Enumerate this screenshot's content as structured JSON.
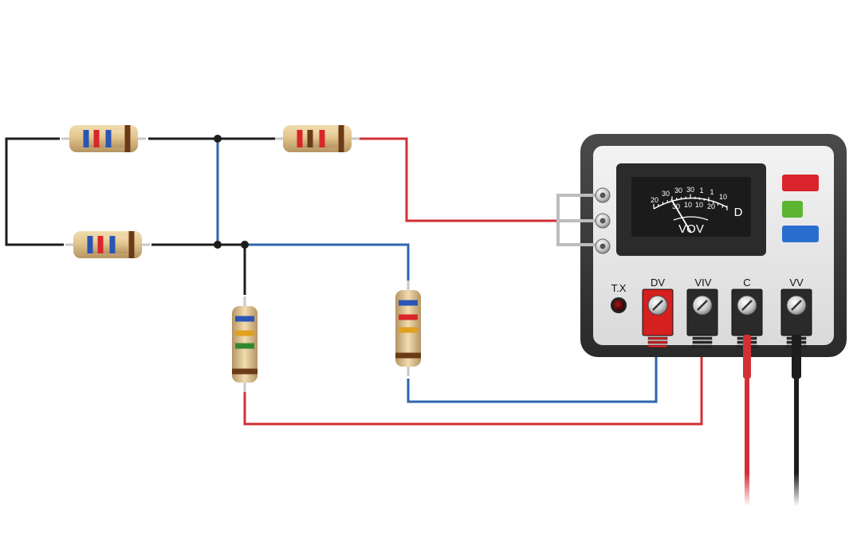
{
  "meter": {
    "name": "VOV",
    "mode": "D",
    "scale_top": [
      "20",
      "30",
      "30",
      "30",
      "1",
      "1",
      "10"
    ],
    "scale_bottom": [
      "30",
      "10",
      "10",
      "20"
    ]
  },
  "indicator": {
    "label": "T.X"
  },
  "terminals": [
    {
      "label": "DV",
      "color": "#d61f1f"
    },
    {
      "label": "VIV",
      "color": "#2a2a2a"
    },
    {
      "label": "C",
      "color": "#2a2a2a"
    },
    {
      "label": "VV",
      "color": "#2a2a2a"
    }
  ],
  "buttons": [
    {
      "color": "#d9252b"
    },
    {
      "color": "#5cb531"
    },
    {
      "color": "#2a6fd0"
    }
  ],
  "wire_colors": {
    "black": "#1d1d1d",
    "blue": "#2f64ad",
    "red": "#d32f36"
  },
  "resistors": [
    {
      "id": "r-top-left",
      "bands": [
        "#2a55b5",
        "#d9262b",
        "#2a55b5",
        "#6b3a17"
      ]
    },
    {
      "id": "r-top-right",
      "bands": [
        "#d9262b",
        "#6b3a17",
        "#d9262b",
        "#6b3a17"
      ]
    },
    {
      "id": "r-bottom-left",
      "bands": [
        "#2a55b5",
        "#d9262b",
        "#2a55b5",
        "#6b3a17"
      ]
    },
    {
      "id": "r-vertical-left",
      "bands": [
        "#2a55b5",
        "#e0a020",
        "#2f8a2f",
        "#6b3a17"
      ]
    },
    {
      "id": "r-vertical-right",
      "bands": [
        "#2a55b5",
        "#d9262b",
        "#e0a020",
        "#6b3a17"
      ]
    }
  ]
}
